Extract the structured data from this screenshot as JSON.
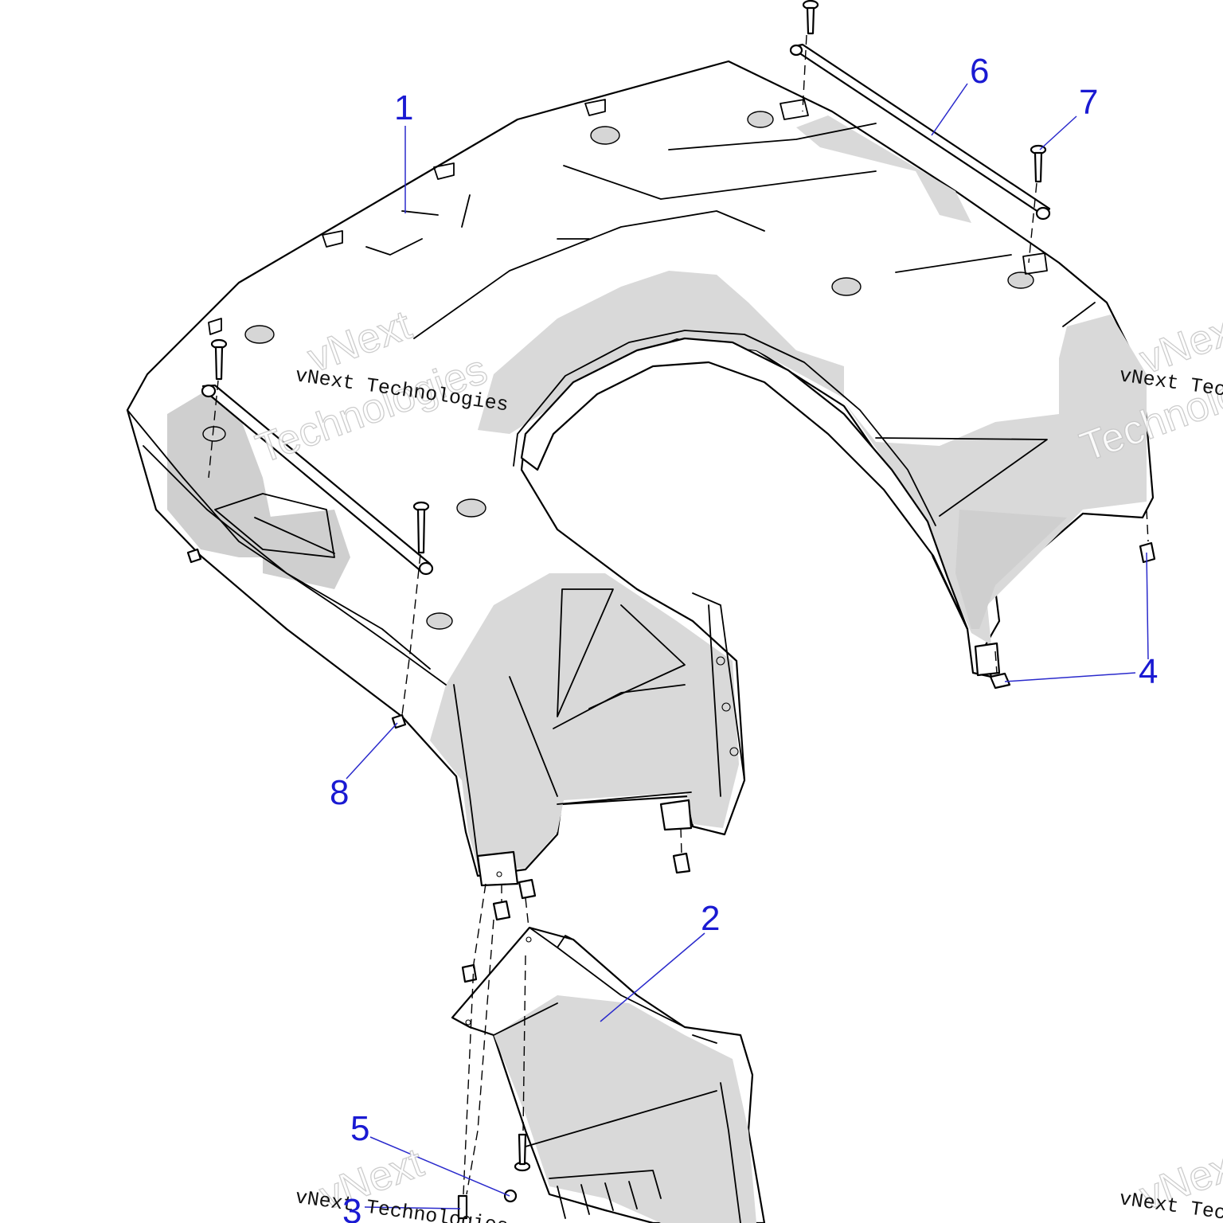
{
  "callouts": {
    "c1": "1",
    "c2": "2",
    "c3": "3",
    "c4": "4",
    "c5": "5",
    "c6": "6",
    "c7": "7",
    "c8": "8"
  },
  "watermark": {
    "text": "vNext Technologies",
    "ghost_line1": "vNext",
    "ghost_line2": "Technologies"
  },
  "colors": {
    "callout": "#1a1ad2",
    "leader": "#2a2acc",
    "outline": "#000000",
    "shading": "#d9d9d9",
    "background": "#ffffff"
  }
}
